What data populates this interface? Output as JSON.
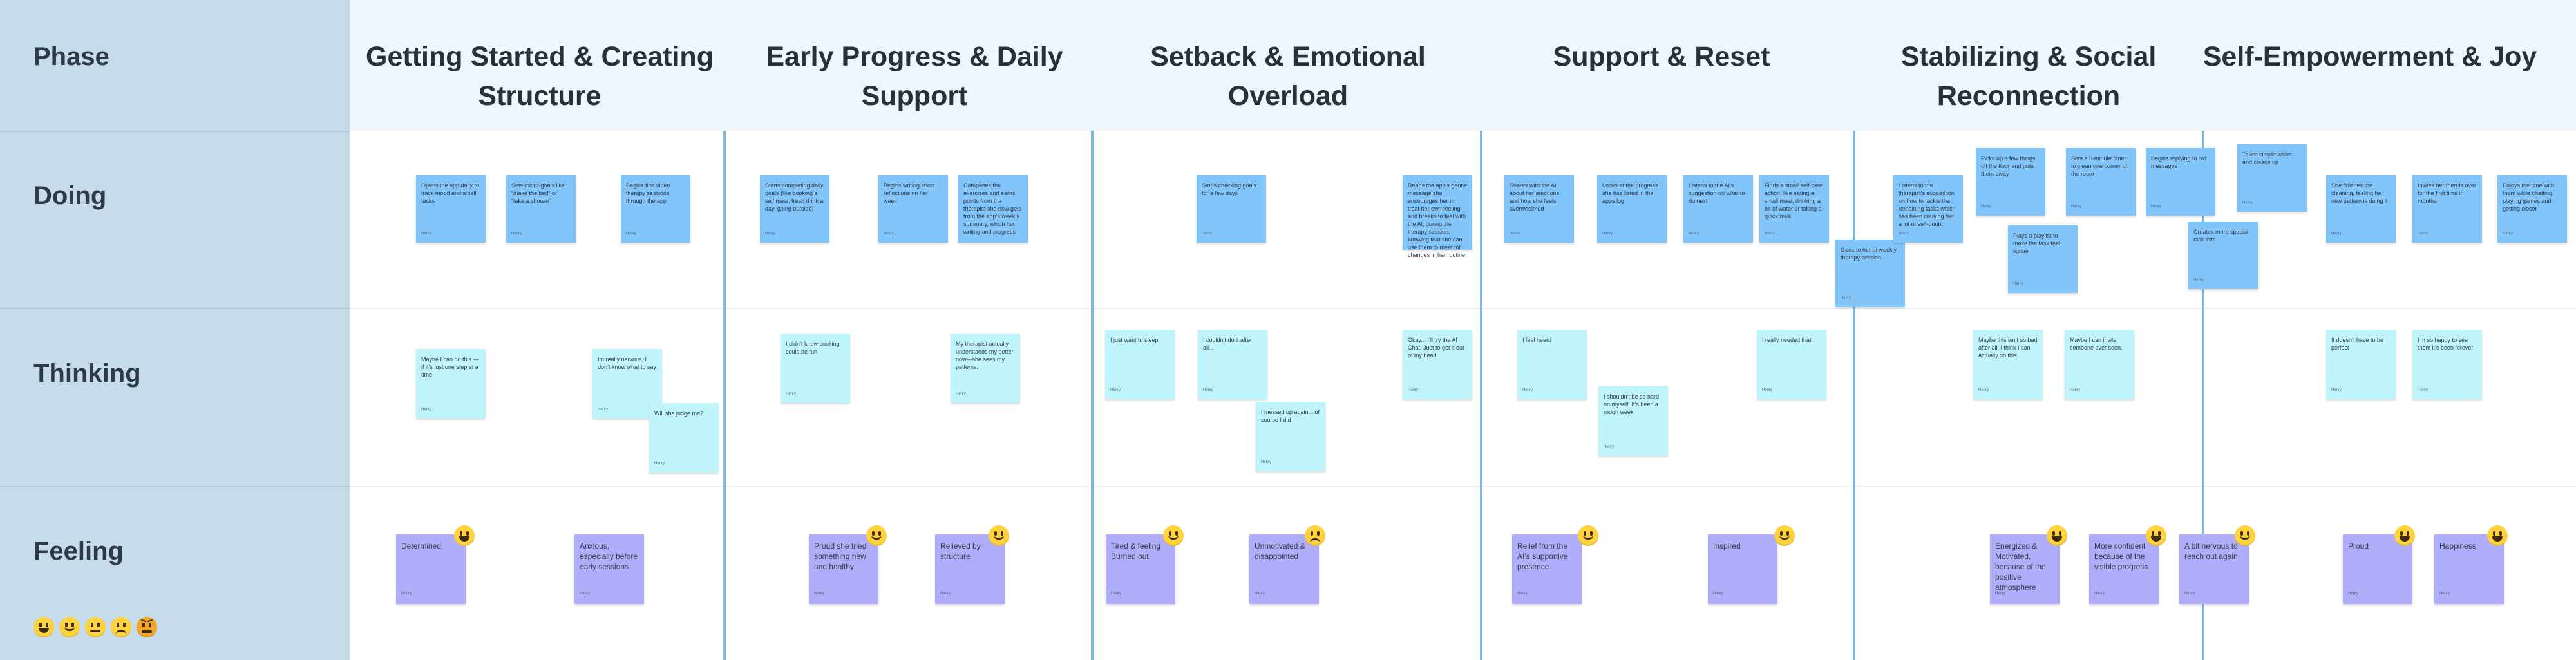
{
  "sidebar": {
    "phase_label": "Phase",
    "rows": [
      {
        "id": "doing",
        "label": "Doing"
      },
      {
        "id": "thinking",
        "label": "Thinking"
      },
      {
        "id": "feeling",
        "label": "Feeling"
      }
    ],
    "legend_icons": [
      "happy-face-icon",
      "smiling-face-icon",
      "neutral-face-icon",
      "sad-face-icon",
      "angry-face-icon"
    ]
  },
  "phases": [
    {
      "title": "Getting Started & Creating Structure"
    },
    {
      "title": "Early Progress & Daily Support"
    },
    {
      "title": "Setback & Emotional Overload"
    },
    {
      "title": "Support & Reset"
    },
    {
      "title": "Stabilizing & Social Reconnection"
    },
    {
      "title": "Self-Empowerment & Joy"
    }
  ],
  "colors": {
    "doing_note": "#82c5fb",
    "thinking_note": "#bef4fa",
    "feeling_note": "#b0aefa",
    "sidebar": "#c6dcea",
    "header": "#edf5fd",
    "divider": "#7fb6dc"
  },
  "notes": [
    {
      "row": "doing",
      "text": "Opens the app daily to track mood and small tasks",
      "sig": "Henry"
    },
    {
      "row": "doing",
      "text": "Sets micro-goals like “make the bed” or “take a shower”",
      "sig": "Henry"
    },
    {
      "row": "doing",
      "text": "Begins first video therapy sessions through the app",
      "sig": "Henry"
    },
    {
      "row": "doing",
      "text": "Starts completing daily goals (like cooking a self meal, fresh drink a day, going outside)",
      "sig": "Henry"
    },
    {
      "row": "doing",
      "text": "Begins writing short reflections on her week",
      "sig": "Henry"
    },
    {
      "row": "doing",
      "text": "Completes the exercises and earns points from the therapist she now gets from the app’s weekly summary, which her writing and progress",
      "sig": "Henry"
    },
    {
      "row": "doing",
      "text": "Stops checking goals for a few days",
      "sig": "Henry"
    },
    {
      "row": "doing",
      "text": "Reads the app’s gentle message she encourages her to treat her own feeling and breaks to feel with the AI, during the therapy session, knowing that she can use them to meet for changes in her routine",
      "sig": "Henry"
    },
    {
      "row": "doing",
      "text": "Shares with the AI about her emotions and how she feels overwhelmed",
      "sig": "Henry"
    },
    {
      "row": "doing",
      "text": "Looks at the progress she has listed in the apps log",
      "sig": "Henry"
    },
    {
      "row": "doing",
      "text": "Listens to the AI’s suggestion on what to do next",
      "sig": "Henry"
    },
    {
      "row": "doing",
      "text": "Finds a small self-care action, like eating a small meal, drinking a bit of water or taking a quick walk",
      "sig": "Henry"
    },
    {
      "row": "doing",
      "text": "Goes to her bi-weekly therapy session",
      "sig": "Henry"
    },
    {
      "row": "doing",
      "text": "Listens to the therapist’s suggestion on how to tackle the remaining tasks which has been causing her a lot of self-doubt",
      "sig": "Henry"
    },
    {
      "row": "doing",
      "text": "Picks up a few things off the floor and puts them away",
      "sig": "Henry"
    },
    {
      "row": "doing",
      "text": "Sets a 5-minute timer to clean one corner of the room",
      "sig": "Henry"
    },
    {
      "row": "doing",
      "text": "Begins replying to old messages",
      "sig": "Henry"
    },
    {
      "row": "doing",
      "text": "Plays a playlist to make the task feel lighter",
      "sig": "Henry"
    },
    {
      "row": "doing",
      "text": "Creates more special task lists",
      "sig": "Henry"
    },
    {
      "row": "doing",
      "text": "Takes simple walks and cleans up",
      "sig": "Henry"
    },
    {
      "row": "doing",
      "text": "She finishes the cleaning, feeling her new pattern is doing it",
      "sig": "Henry"
    },
    {
      "row": "doing",
      "text": "Invites her friends over for the first time in months",
      "sig": "Henry"
    },
    {
      "row": "doing",
      "text": "Enjoys the time with them while chatting, playing games and getting closer",
      "sig": "Henry"
    },
    {
      "row": "thinking",
      "text": "Maybe I can do this —if it’s just one step at a time",
      "sig": "Henry"
    },
    {
      "row": "thinking",
      "text": "Im really nervous, I don’t know what to say",
      "sig": "Henry"
    },
    {
      "row": "thinking",
      "text": "Will she judge me?",
      "sig": "Henry"
    },
    {
      "row": "thinking",
      "text": "I didn’t know cooking could be fun",
      "sig": "Henry"
    },
    {
      "row": "thinking",
      "text": "My therapist actually understands my better now—she sees my patterns.",
      "sig": "Henry"
    },
    {
      "row": "thinking",
      "text": "I just want to sleep",
      "sig": "Henry"
    },
    {
      "row": "thinking",
      "text": "I couldn’t do it after all...",
      "sig": "Henry"
    },
    {
      "row": "thinking",
      "text": "I messed up again... of course I did",
      "sig": "Henry"
    },
    {
      "row": "thinking",
      "text": "Okay... I’ll try the AI Chat. Just to get it out of my head.",
      "sig": "Henry"
    },
    {
      "row": "thinking",
      "text": "I feel heard",
      "sig": "Henry"
    },
    {
      "row": "thinking",
      "text": "I shouldn’t be so hard on myself. It’s been a rough week",
      "sig": "Henry"
    },
    {
      "row": "thinking",
      "text": "I really needed that",
      "sig": "Henry"
    },
    {
      "row": "thinking",
      "text": "Maybe this isn’t so bad after all, I think I can actually do this",
      "sig": "Henry"
    },
    {
      "row": "thinking",
      "text": "Maybe I can invite someone over soon.",
      "sig": "Henry"
    },
    {
      "row": "thinking",
      "text": "It doesn’t have to be perfect",
      "sig": "Henry"
    },
    {
      "row": "thinking",
      "text": "I’m so happy to see them it’s been forever",
      "sig": "Henry"
    },
    {
      "row": "feeling",
      "text": "Determined",
      "sig": "Henry"
    },
    {
      "row": "feeling",
      "text": "Anxious, especially before early sessions",
      "sig": "Henry"
    },
    {
      "row": "feeling",
      "text": "Proud she tried something new and healthy",
      "sig": "Henry"
    },
    {
      "row": "feeling",
      "text": "Relieved by structure",
      "sig": "Henry"
    },
    {
      "row": "feeling",
      "text": "Tired & feeling Burned out",
      "sig": "Henry"
    },
    {
      "row": "feeling",
      "text": "Unmotivated & disappointed",
      "sig": "Henry"
    },
    {
      "row": "feeling",
      "text": "Relief from the AI’s supportive presence",
      "sig": "Henry"
    },
    {
      "row": "feeling",
      "text": "Inspired",
      "sig": "Henry"
    },
    {
      "row": "feeling",
      "text": "Energized & Motivated, because of the positive atmosphere",
      "sig": "Henry"
    },
    {
      "row": "feeling",
      "text": "More confident because of the visible progress",
      "sig": "Henry"
    },
    {
      "row": "feeling",
      "text": "A bit nervous to reach out again",
      "sig": "Henry"
    },
    {
      "row": "feeling",
      "text": "Proud",
      "sig": "Henry"
    },
    {
      "row": "feeling",
      "text": "Happiness",
      "sig": "Henry"
    }
  ]
}
